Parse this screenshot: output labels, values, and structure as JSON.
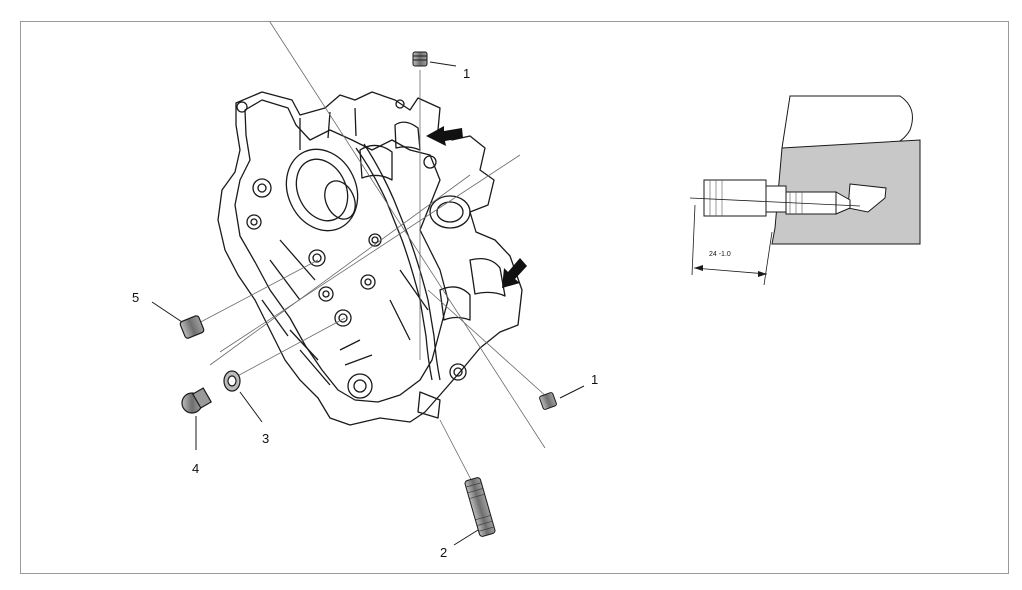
{
  "callouts": {
    "c1_top": "1",
    "c1_right": "1",
    "c2": "2",
    "c3": "3",
    "c4": "4",
    "c5": "5"
  },
  "detail": {
    "dimension_label": "24 -1.0"
  },
  "colors": {
    "line": "#1a1a1a",
    "frame": "#9a9a9a",
    "head_shade": "#c8c8c8",
    "arrow": "#111111",
    "part_fill": "#8c8c8c"
  },
  "icons": [
    "arrow-indicator-icon"
  ]
}
